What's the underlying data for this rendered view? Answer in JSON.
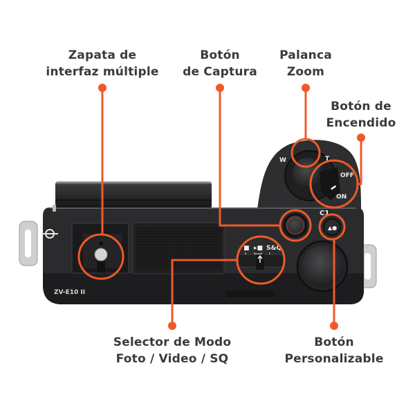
{
  "colors": {
    "accent": "#f05a28",
    "body": "#2a2a2c",
    "body_dark": "#1c1c1e",
    "lug": "#c8c8c8",
    "text": "#3a3a3c"
  },
  "camera": {
    "model_label": "ZV-E10 II",
    "zoom_marks": {
      "wide": "W",
      "tele": "T"
    },
    "power_marks": {
      "off": "OFF",
      "on": "ON"
    },
    "custom_button_mark": "C1",
    "mode_marks": {
      "video_sq": "S&Q"
    }
  },
  "callouts": [
    {
      "id": "multi-interface-shoe",
      "lines": [
        "Zapata de",
        "interfaz múltiple"
      ]
    },
    {
      "id": "shutter-button",
      "lines": [
        "Botón",
        "de Captura"
      ]
    },
    {
      "id": "zoom-lever",
      "lines": [
        "Palanca",
        "Zoom"
      ]
    },
    {
      "id": "power-button",
      "lines": [
        "Botón de",
        "Encendido"
      ]
    },
    {
      "id": "mode-selector",
      "lines": [
        "Selector de Modo",
        "Foto / Video / SQ"
      ]
    },
    {
      "id": "custom-button",
      "lines": [
        "Botón",
        "Personalizable"
      ]
    }
  ]
}
